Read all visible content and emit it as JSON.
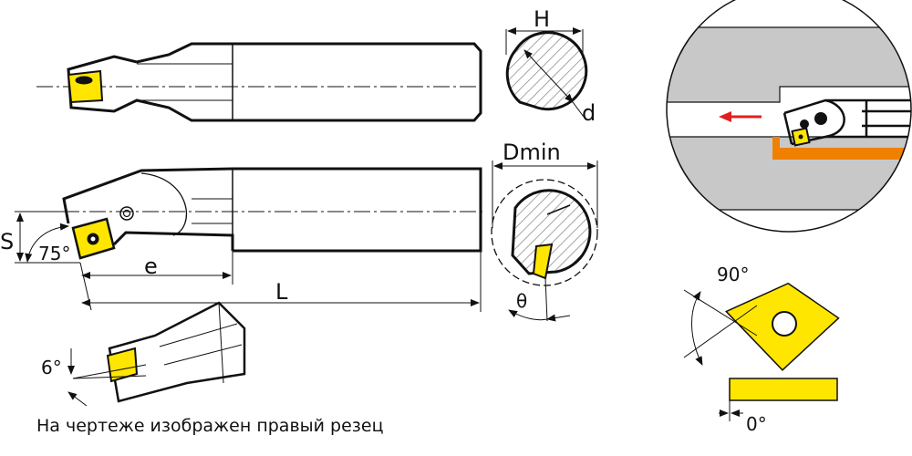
{
  "labels": {
    "H": "H",
    "d": "d",
    "Dmin": "Dmin",
    "S": "S",
    "angle_75": "75°",
    "e": "e",
    "L": "L",
    "theta": "θ",
    "angle_6": "6°",
    "angle_90": "90°",
    "angle_0": "0°"
  },
  "caption": "На чертеже изображен правый резец",
  "colors": {
    "insert": "#ffe600",
    "workpiece": "#c8c8c8",
    "chip_path": "#f08000",
    "feed_arrow": "#e02020",
    "line": "#111111"
  }
}
